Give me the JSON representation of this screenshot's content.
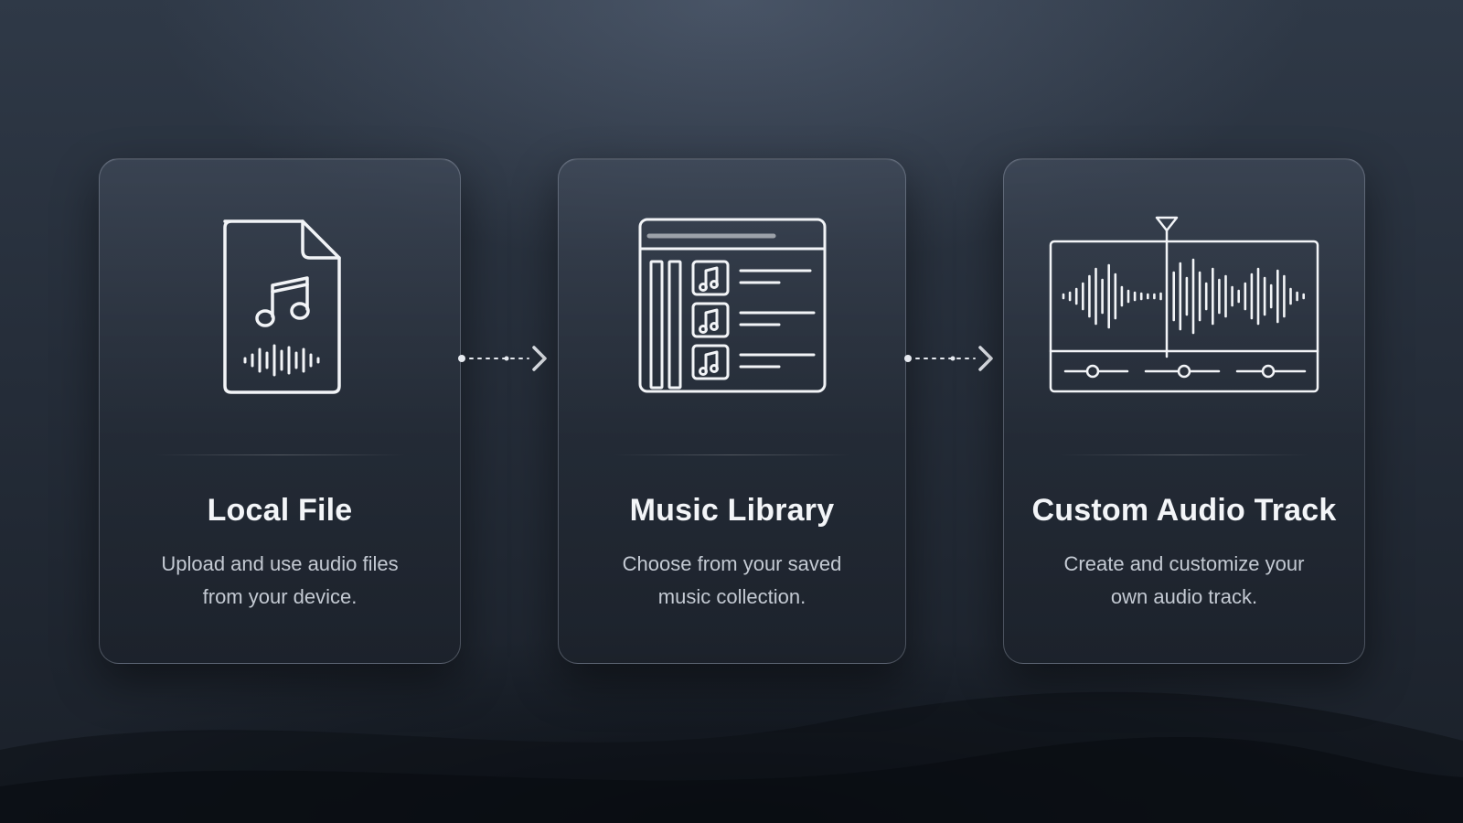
{
  "options": [
    {
      "title": "Local File",
      "description_line1": "Upload and use audio files",
      "description_line2": "from your device.",
      "icon": "audio-file-icon"
    },
    {
      "title": "Music Library",
      "description_line1": "Choose from your saved",
      "description_line2": "music collection.",
      "icon": "music-library-icon"
    },
    {
      "title": "Custom Audio Track",
      "description_line1": "Create and customize your",
      "description_line2": "own audio track.",
      "icon": "audio-editor-icon"
    }
  ],
  "connectors": [
    "arrow-right-icon",
    "arrow-right-icon"
  ],
  "colors": {
    "background": "#252d39",
    "card_border": "#c8d2e1",
    "text_primary": "#f3f5f8",
    "text_secondary": "#c4cad3",
    "icon_stroke": "#f2f4f7"
  }
}
